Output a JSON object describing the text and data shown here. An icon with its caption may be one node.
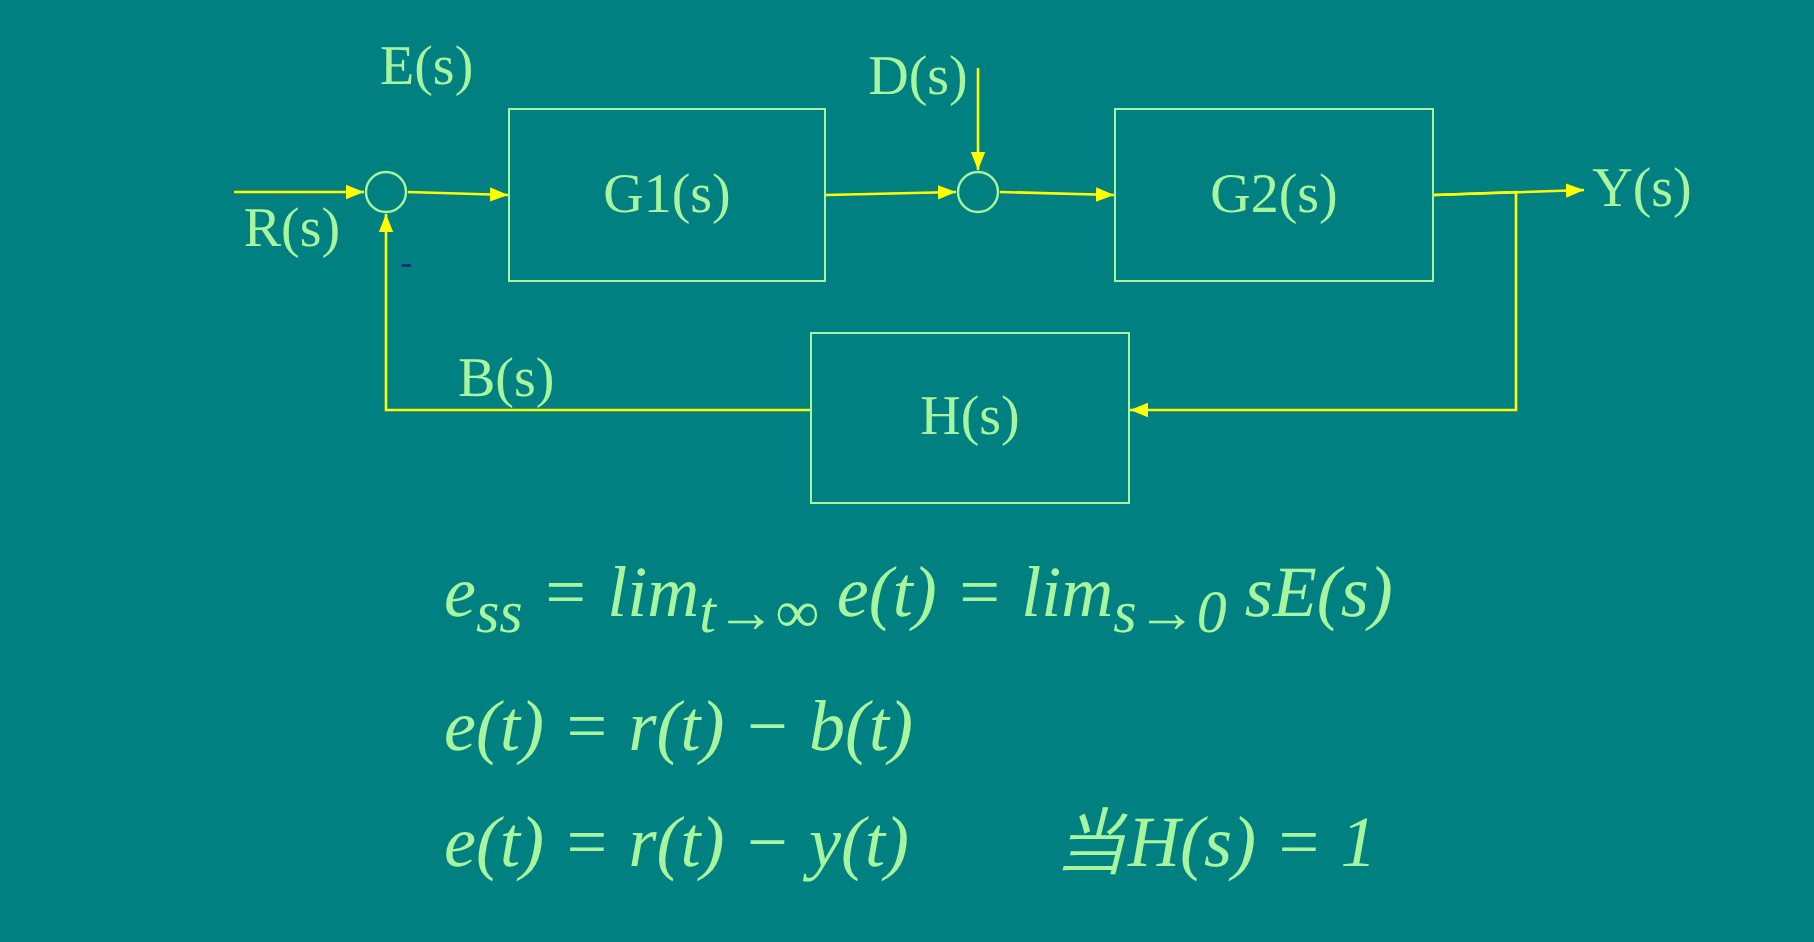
{
  "diagram": {
    "nodes": [
      {
        "text": [],
        "shape": "circle"
      },
      {
        "text": [
          "G1(s)"
        ]
      },
      {
        "text": [],
        "shape": "circle"
      },
      {
        "text": [
          "G2(s)"
        ]
      },
      {
        "text": [
          "H(s)"
        ]
      },
      {
        "text": [
          "R(s)"
        ]
      },
      {
        "text": [
          "D(s)"
        ]
      },
      {
        "text": [
          "Y(s)"
        ]
      }
    ],
    "edges": [
      {
        "from": 5,
        "to": 0,
        "arrow": "to"
      },
      {
        "from": 0,
        "to": 1,
        "arrow": "to"
      },
      {
        "from": 1,
        "to": 2,
        "arrow": "to"
      },
      {
        "from": 6,
        "to": 2,
        "arrow": "to"
      },
      {
        "from": 2,
        "to": 3,
        "arrow": "to"
      },
      {
        "from": 3,
        "to": 7,
        "arrow": "to"
      },
      {
        "from": 3,
        "to": 4,
        "arrow": "to"
      },
      {
        "from": 4,
        "to": 0,
        "arrow": "to"
      }
    ],
    "labels": [
      "E(s)",
      "-",
      "B(s)",
      "e$_{ss}$ = lim$_{t→∞}$ e(t) = lim$_{s→0}$ sE(s)",
      "e(t) = r(t) − b(t)",
      "e(t) = r(t) − y(t)",
      "当H(s) = 1"
    ]
  }
}
